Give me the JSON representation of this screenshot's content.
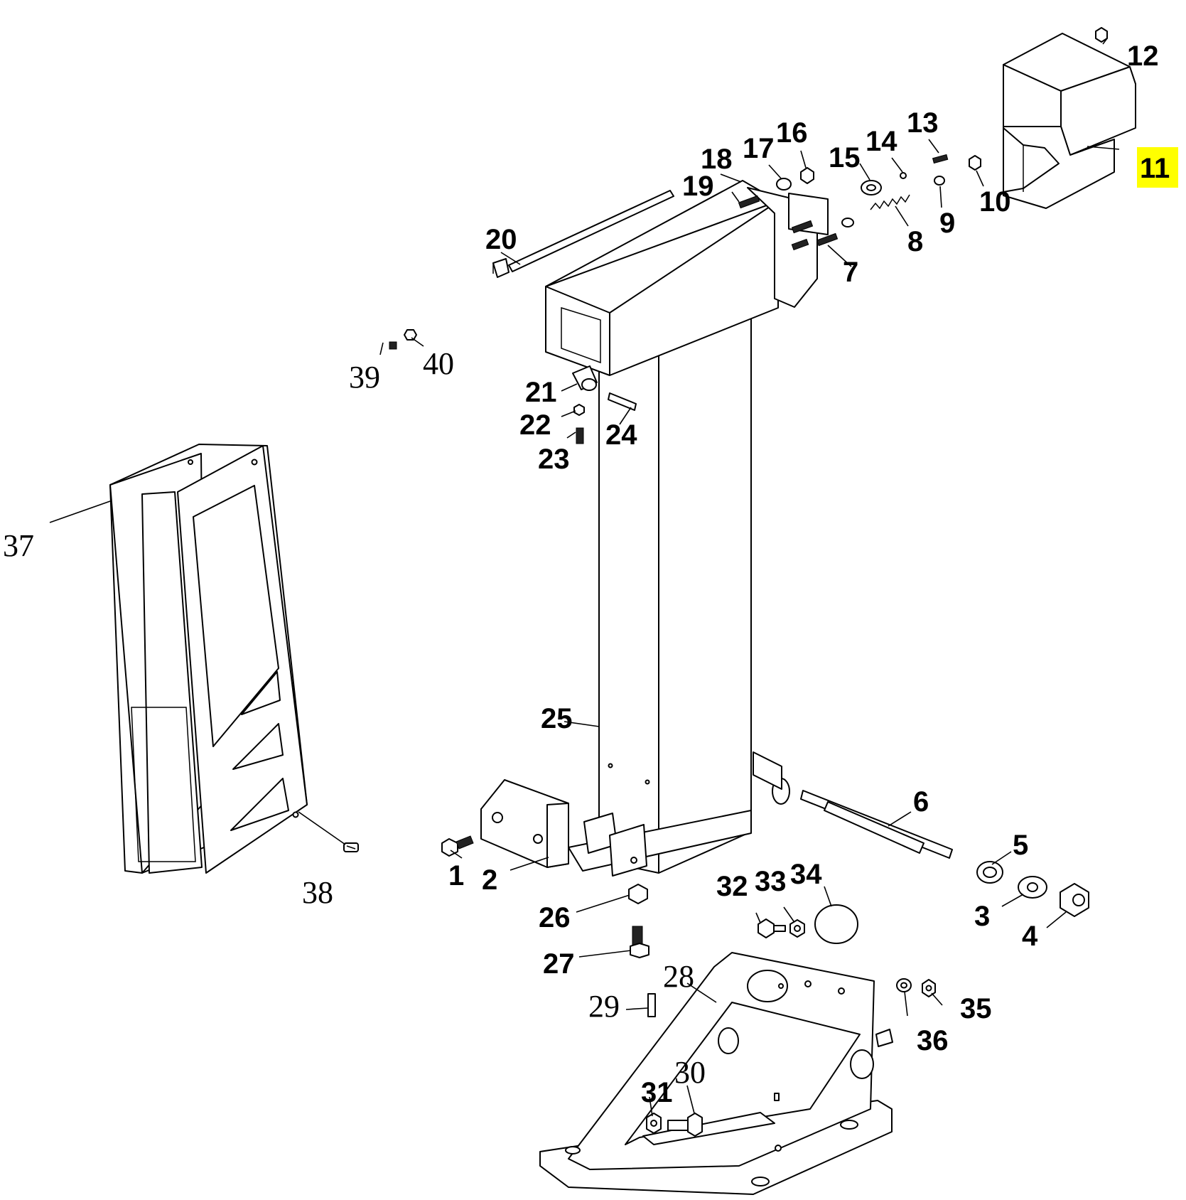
{
  "colors": {
    "line": "#000000",
    "background": "#ffffff",
    "highlight": "#ffff00"
  },
  "highlighted_part": "11",
  "parts": [
    {
      "key": "p1",
      "label": "1",
      "style": "bold"
    },
    {
      "key": "p2",
      "label": "2",
      "style": "bold"
    },
    {
      "key": "p3",
      "label": "3",
      "style": "bold"
    },
    {
      "key": "p4",
      "label": "4",
      "style": "bold"
    },
    {
      "key": "p5",
      "label": "5",
      "style": "bold"
    },
    {
      "key": "p6",
      "label": "6",
      "style": "bold"
    },
    {
      "key": "p7",
      "label": "7",
      "style": "bold"
    },
    {
      "key": "p8",
      "label": "8",
      "style": "bold"
    },
    {
      "key": "p9",
      "label": "9",
      "style": "bold"
    },
    {
      "key": "p10",
      "label": "10",
      "style": "bold"
    },
    {
      "key": "p11",
      "label": "11",
      "style": "bold-highlighted"
    },
    {
      "key": "p12",
      "label": "12",
      "style": "bold"
    },
    {
      "key": "p13",
      "label": "13",
      "style": "bold"
    },
    {
      "key": "p14",
      "label": "14",
      "style": "bold"
    },
    {
      "key": "p15",
      "label": "15",
      "style": "bold"
    },
    {
      "key": "p16",
      "label": "16",
      "style": "bold"
    },
    {
      "key": "p17",
      "label": "17",
      "style": "bold"
    },
    {
      "key": "p18",
      "label": "18",
      "style": "bold"
    },
    {
      "key": "p19",
      "label": "19",
      "style": "bold"
    },
    {
      "key": "p20",
      "label": "20",
      "style": "bold"
    },
    {
      "key": "p21",
      "label": "21",
      "style": "bold"
    },
    {
      "key": "p22",
      "label": "22",
      "style": "bold"
    },
    {
      "key": "p23",
      "label": "23",
      "style": "bold"
    },
    {
      "key": "p24",
      "label": "24",
      "style": "bold"
    },
    {
      "key": "p25",
      "label": "25",
      "style": "bold"
    },
    {
      "key": "p26",
      "label": "26",
      "style": "bold"
    },
    {
      "key": "p27",
      "label": "27",
      "style": "bold"
    },
    {
      "key": "p28",
      "label": "28",
      "style": "serif"
    },
    {
      "key": "p29",
      "label": "29",
      "style": "serif"
    },
    {
      "key": "p30",
      "label": "30",
      "style": "serif"
    },
    {
      "key": "p31",
      "label": "31",
      "style": "bold"
    },
    {
      "key": "p32",
      "label": "32",
      "style": "bold"
    },
    {
      "key": "p33",
      "label": "33",
      "style": "bold"
    },
    {
      "key": "p34",
      "label": "34",
      "style": "bold"
    },
    {
      "key": "p35",
      "label": "35",
      "style": "bold"
    },
    {
      "key": "p36",
      "label": "36",
      "style": "bold"
    },
    {
      "key": "p37",
      "label": "37",
      "style": "serif"
    },
    {
      "key": "p38",
      "label": "38",
      "style": "serif"
    },
    {
      "key": "p39",
      "label": "39",
      "style": "serif"
    },
    {
      "key": "p40",
      "label": "40",
      "style": "serif"
    }
  ]
}
